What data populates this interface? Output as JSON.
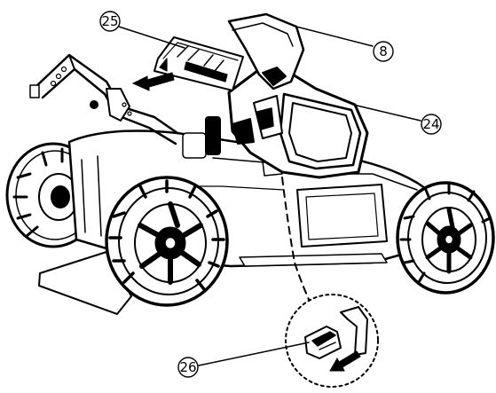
{
  "diagram": {
    "callouts": [
      {
        "id": "callout-25",
        "label": "25"
      },
      {
        "id": "callout-8",
        "label": "8"
      },
      {
        "id": "callout-24",
        "label": "24"
      },
      {
        "id": "callout-26",
        "label": "26"
      }
    ],
    "colors": {
      "ink": "#000000",
      "background": "#ffffff"
    },
    "icons": [
      "removal-arrow-icon",
      "pull-arrow-icon"
    ]
  }
}
